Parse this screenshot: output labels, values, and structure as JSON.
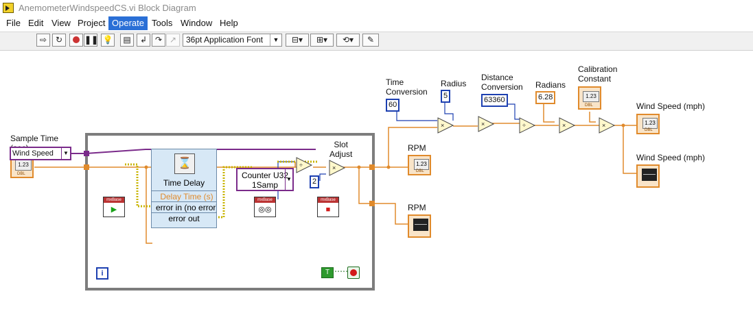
{
  "window": {
    "title": "AnemometerWindspeedCS.vi Block Diagram"
  },
  "menubar": {
    "items": [
      "File",
      "Edit",
      "View",
      "Project",
      "Operate",
      "Tools",
      "Window",
      "Help"
    ],
    "active": "Operate"
  },
  "toolbar": {
    "font_select": "36pt Application Font"
  },
  "diagram": {
    "sample_time_label": "Sample Time\n(sec)",
    "wind_speed_ring": "Wind Speed",
    "time_delay": {
      "title": "Time Delay",
      "delay_time": "Delay Time (s)",
      "error_in": "error in (no error)",
      "error_out": "error out"
    },
    "counter_select": "Counter U32\n1Samp",
    "slot_adjust_label": "Slot\nAdjust",
    "slot_adjust_value": "2",
    "time_conversion_label": "Time\nConversion",
    "time_conversion_value": "60",
    "radius_label": "Radius",
    "radius_value": "5",
    "distance_conversion_label": "Distance\nConversion",
    "distance_conversion_value": "63360",
    "radians_label": "Radians",
    "radians_value": "6.28",
    "calibration_label": "Calibration\nConstant",
    "rpm_label_1": "RPM",
    "rpm_label_2": "RPM",
    "wind_speed_label_1": "Wind Speed (mph)",
    "wind_speed_label_2": "Wind Speed (mph)",
    "numeric_display": "1.23",
    "daq_header": "mxBase",
    "loop_iteration": "i",
    "true_const": "T",
    "dbl_tag": "DBL"
  },
  "colors": {
    "wire_orange": "#e08a2b",
    "wire_purple": "#7a2a8a",
    "wire_error": "#c8b400",
    "loop_frame": "#7d7d7d",
    "menu_active": "#2a6fd6"
  }
}
